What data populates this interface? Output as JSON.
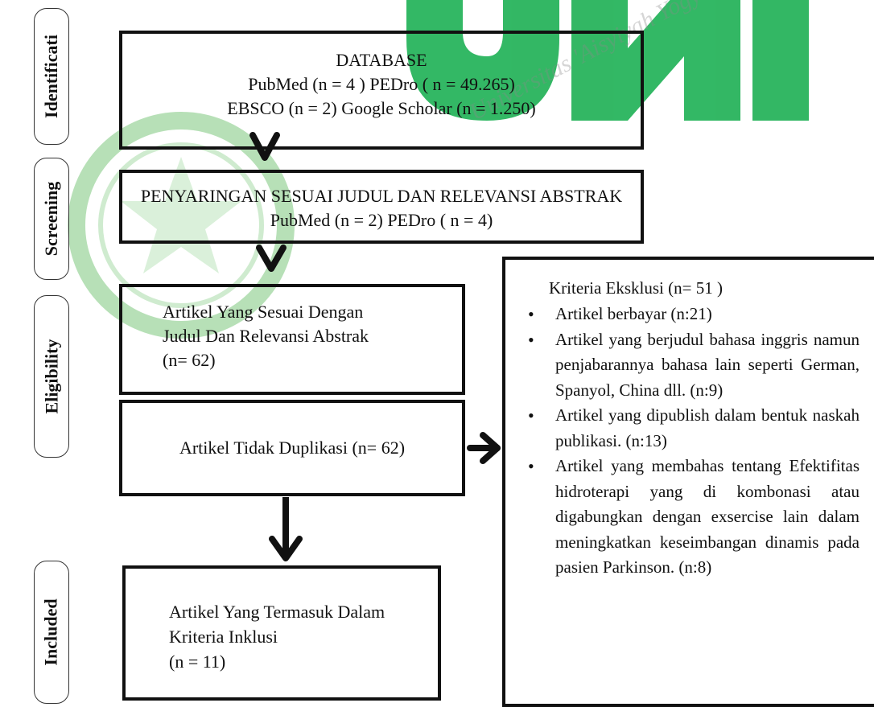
{
  "watermark": {
    "text": "Universitas 'Aisyiyah Yogyakarta",
    "accent": "#12a84a",
    "seal_color": "#4caf50"
  },
  "phases": {
    "identification": "Identificati",
    "screening": "Screening",
    "eligibility": "Eligibility",
    "included": "Included"
  },
  "boxes": {
    "database": {
      "title": "DATABASE",
      "line1": "PubMed (n = 4 ) PEDro ( n = 49.265)",
      "line2": "EBSCO (n = 2) Google Scholar (n = 1.250)"
    },
    "screening": {
      "title": "PENYARINGAN SESUAI JUDUL DAN RELEVANSI ABSTRAK",
      "line1": "PubMed (n = 2) PEDro ( n = 4)"
    },
    "eligible": {
      "line1": "Artikel Yang Sesuai Dengan",
      "line2": "Judul Dan Relevansi Abstrak",
      "line3": "(n= 62)"
    },
    "no_duplicate": {
      "text": "Artikel Tidak Duplikasi (n= 62)"
    },
    "included": {
      "line1": "Artikel Yang Termasuk Dalam",
      "line2": "Kriteria Inklusi",
      "line3": "(n = 11)"
    },
    "exclusion": {
      "title": "Kriteria Eksklusi (n= 51 )",
      "items": [
        "Artikel berbayar (n:21)",
        "Artikel yang berjudul bahasa inggris namun penjabarannya bahasa lain seperti German, Spanyol, China dll. (n:9)",
        "Artikel yang dipublish dalam bentuk naskah publikasi. (n:13)",
        "Artikel yang membahas tentang Efektifitas hidroterapi yang di kombonasi atau digabungkan dengan exsercise lain dalam meningkatkan keseimbangan dinamis pada pasien Parkinson. (n:8)"
      ]
    }
  },
  "arrows": [
    "arrow-down-icon",
    "arrow-down-icon",
    "arrow-down-icon",
    "arrow-right-icon"
  ]
}
